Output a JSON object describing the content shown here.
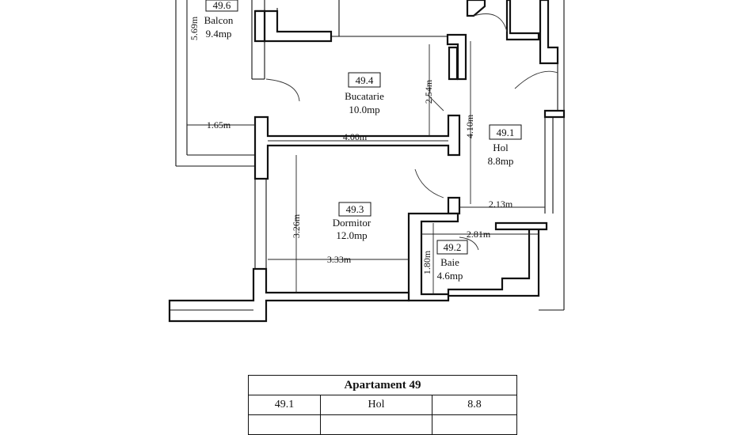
{
  "rooms": [
    {
      "code": "49.6",
      "name": "Balcon",
      "area": "9.4mp"
    },
    {
      "code": "49.4",
      "name": "Bucatarie",
      "area": "10.0mp"
    },
    {
      "code": "49.1",
      "name": "Hol",
      "area": "8.8mp"
    },
    {
      "code": "49.3",
      "name": "Dormitor",
      "area": "12.0mp"
    },
    {
      "code": "49.2",
      "name": "Baie",
      "area": "4.6mp"
    }
  ],
  "dimensions": {
    "balcon_height": "5.69m",
    "balcon_width": "1.65m",
    "bucatarie_width": "4.00m",
    "bucatarie_height": "2.54m",
    "hol_height": "4.10m",
    "hol_width": "2.13m",
    "dormitor_height": "3.26m",
    "dormitor_width": "3.33m",
    "baie_width": "2.81m",
    "baie_height": "1.80m"
  },
  "table": {
    "title": "Apartament 49",
    "rows": [
      {
        "code": "49.1",
        "name": "Hol",
        "area": "8.8"
      }
    ]
  }
}
